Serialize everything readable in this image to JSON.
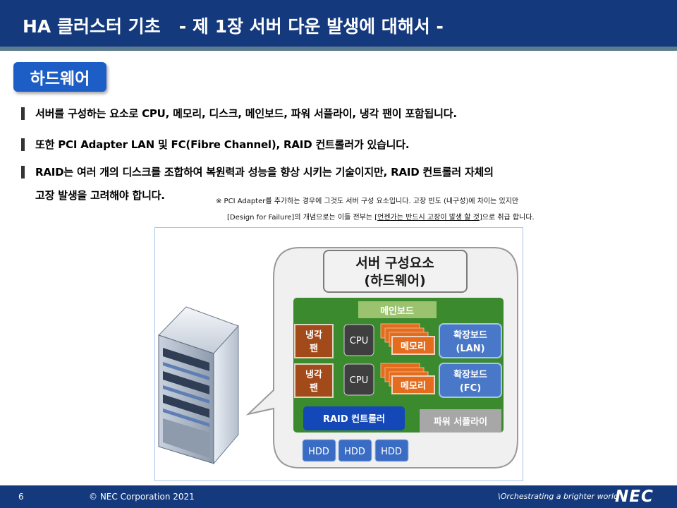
{
  "header": {
    "title": "HA 클러스터 기초   - 제 1장 서버 다운 발생에 대해서 -"
  },
  "section_tag": "하드웨어",
  "bullets": [
    "서버를 구성하는 요소로 CPU, 메모리, 디스크, 메인보드, 파워 서플라이, 냉각 팬이 포함됩니다.",
    "또한 PCI Adapter LAN 및 FC(Fibre Channel), RAID 컨트롤러가 있습니다.",
    "RAID는 여러 개의 디스크를 조합하여 복원력과 성능을 향상 시키는 기술이지만, RAID 컨트롤러 자체의",
    "고장 발생을 고려해야 합니다."
  ],
  "note": {
    "line1": "※ PCI Adapter를 추가하는 경우에 그것도 서버 구성 요소입니다. 고장 빈도 (내구성)에 차이는 있지만",
    "line2_pre": "[Design for Failure]의 개념으로는 이들 전부는 [",
    "line2_underline": "언젠가는 반드시 고장이 발생 할 것",
    "line2_post": "]으로 취급 합니다."
  },
  "diagram": {
    "title_line1": "서버 구성요소",
    "title_line2": "(하드웨어)",
    "mainboard": "메인보드",
    "fan_line1": "냉각",
    "fan_line2": "팬",
    "cpu": "CPU",
    "memory": "메모리",
    "ext_lan_line1": "확장보드",
    "ext_lan_line2": "(LAN)",
    "ext_fc_line1": "확장보드",
    "ext_fc_line2": "(FC)",
    "raid": "RAID 컨트롤러",
    "power": "파워 서플라이",
    "hdd": [
      "HDD",
      "HDD",
      "HDD"
    ]
  },
  "footer": {
    "page": "6",
    "copyright": "© NEC Corporation 2021",
    "tagline": "\\Orchestrating a brighter world",
    "logo": "NEC"
  },
  "colors": {
    "navy": "#14397d",
    "accent_blue": "#1d5dc6",
    "board_green": "#3c8a2e",
    "fan_brown": "#a34a1a",
    "memory_orange": "#e36c1f",
    "hdd_blue": "#3a6cc4"
  }
}
